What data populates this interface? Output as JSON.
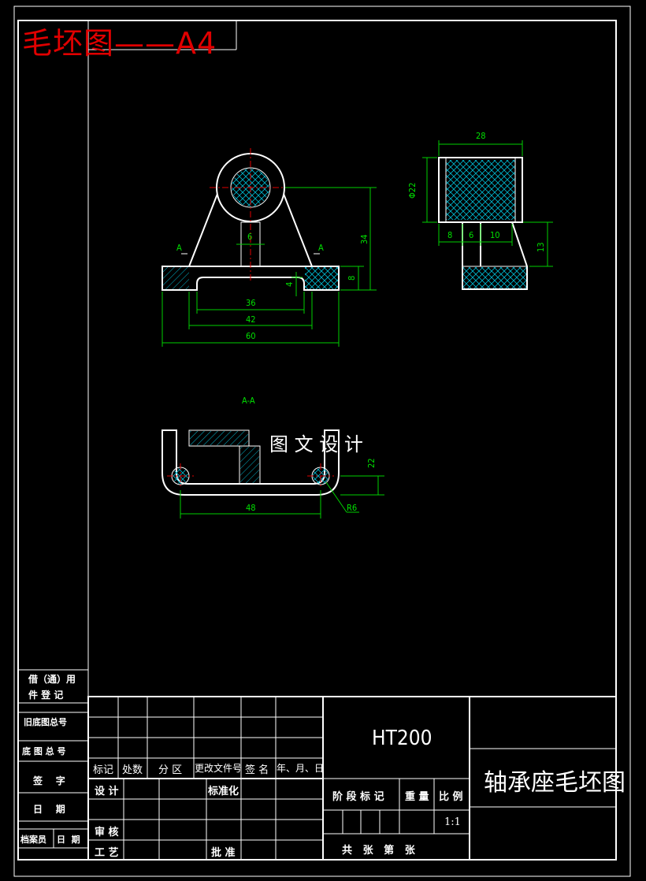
{
  "header": {
    "title": "毛坯图——A4"
  },
  "drawing": {
    "section_label": "A-A",
    "watermark": "图 文 设 计",
    "section_marks": [
      "A",
      "A"
    ],
    "front_dims": [
      "36",
      "42",
      "60",
      "34",
      "8",
      "6",
      "4"
    ],
    "side_dims": [
      "28",
      "Φ22",
      "8",
      "6",
      "10",
      "13"
    ],
    "section_dims": [
      "48",
      "22",
      "R6"
    ]
  },
  "title_block": {
    "left_column": [
      "借（通）用",
      "件 登 记",
      "旧底图总号",
      "底 图 总 号",
      "签    字",
      "日    期",
      "档案员",
      "日  期"
    ],
    "revision_headers": [
      "标记",
      "处数",
      "分 区",
      "更改文件号",
      "签 名",
      "年、月、日"
    ],
    "signoff_labels": [
      "设 计",
      "标准化",
      "审 核",
      "工 艺",
      "批 准"
    ],
    "material": "HT200",
    "part_name": "轴承座毛坯图",
    "stage_label": "阶 段 标 记",
    "weight_label": "重 量",
    "scale_label": "比 例",
    "scale_value": "1:1",
    "sheets_label": "共   张   第   张"
  }
}
